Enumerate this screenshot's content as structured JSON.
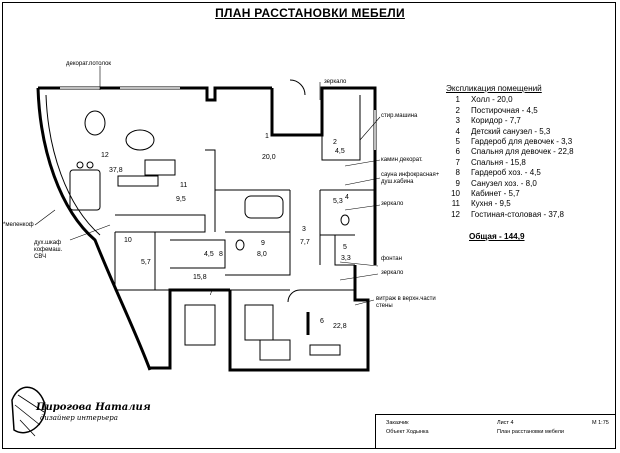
{
  "title": "ПЛАН РАССТАНОВКИ МЕБЕЛИ",
  "legend": {
    "title": "Экспликация помещений",
    "rooms": [
      {
        "num": "1",
        "label": "Холл - 20,0"
      },
      {
        "num": "2",
        "label": "Постирочная - 4,5"
      },
      {
        "num": "3",
        "label": "Коридор - 7,7"
      },
      {
        "num": "4",
        "label": "Детский санузел - 5,3"
      },
      {
        "num": "5",
        "label": "Гардероб для девочек - 3,3"
      },
      {
        "num": "6",
        "label": "Спальня для девочек - 22,8"
      },
      {
        "num": "7",
        "label": "Спальня  - 15,8"
      },
      {
        "num": "8",
        "label": "Гардероб хоз. - 4,5"
      },
      {
        "num": "9",
        "label": "Санузел хоз. - 8,0"
      },
      {
        "num": "10",
        "label": "Кабинет - 5,7"
      },
      {
        "num": "11",
        "label": "Кухня - 9,5"
      },
      {
        "num": "12",
        "label": "Гостиная-столовая - 37,8"
      }
    ],
    "total": "Общая - 144,9"
  },
  "annotations": {
    "decor_ceiling": "декорат.потолок",
    "mirror_top": "зеркало",
    "wash_machine": "стир.машина",
    "fireplace": "камин декорат.",
    "sauna": "сауна инфокрасная+ душ.кабина",
    "mirror_mid": "зеркало",
    "fountain": "фонтан",
    "mirror_low": "зеркало",
    "stained_glass": "витраж в верхн.части стены",
    "melenkof": "*меленкоф",
    "oven_line1": "дух.шкаф",
    "oven_line2": "кофемаш.",
    "oven_line3": "СВЧ"
  },
  "rooms_on_plan": {
    "r1_num": "1",
    "r1_area": "20,0",
    "r2_num": "2",
    "r2_area": "4,5",
    "r3_num": "3",
    "r3_area": "7,7",
    "r4_num": "4",
    "r4_area": "5,3",
    "r5_num": "5",
    "r5_area": "3,3",
    "r6_num": "6",
    "r6_area": "22,8",
    "r7_num": "7",
    "r7_area": "15,8",
    "r8_num": "8",
    "r8_area": "4,5",
    "r9_num": "9",
    "r9_area": "8,0",
    "r10_num": "10",
    "r10_area": "5,7",
    "r11_num": "11",
    "r11_area": "9,5",
    "r12_num": "12",
    "r12_area": "37,8"
  },
  "signature": {
    "name": "Пирогова Наталия",
    "role": "дизайнер интерьера"
  },
  "stamp": {
    "client": "Заказчик",
    "object": "Объект   Ходынка",
    "sheet": "Лист 4",
    "scale": "М 1:75",
    "sheet_title": "План расстановки мебели"
  }
}
